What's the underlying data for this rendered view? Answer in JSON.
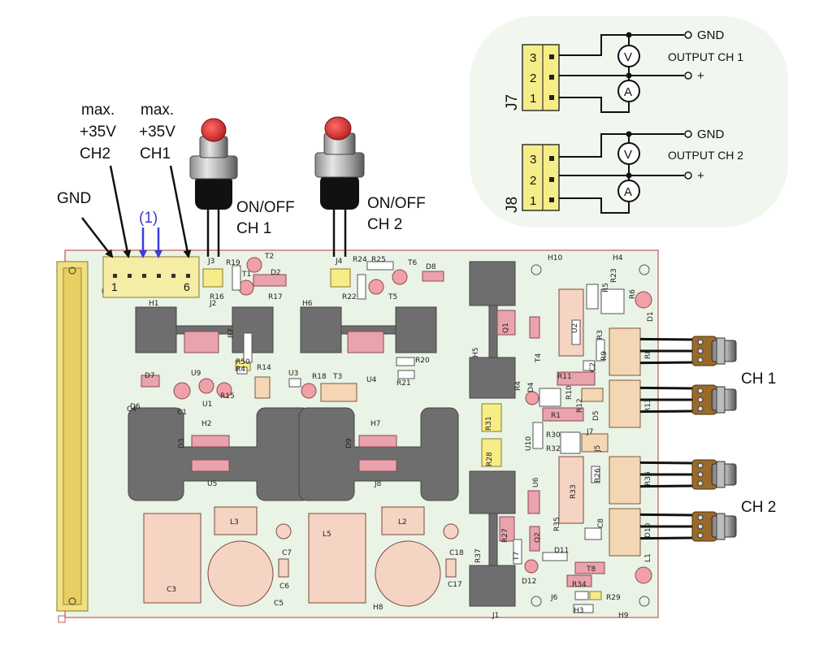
{
  "supply": {
    "gnd": "GND",
    "ch2_max": [
      "max.",
      "+35V",
      "CH2"
    ],
    "ch1_max": [
      "max.",
      "+35V",
      "CH1"
    ],
    "note": "(1)",
    "pin_first": "1",
    "pin_last": "6"
  },
  "switches": {
    "ch1": [
      "ON/OFF",
      "CH 1"
    ],
    "ch2": [
      "ON/OFF",
      "CH 2"
    ]
  },
  "outputs": [
    {
      "connector": "J7",
      "pins": [
        "3",
        "2",
        "1"
      ],
      "gnd": "GND",
      "plus": "+",
      "label": "OUTPUT CH 1",
      "voltmeter": "V",
      "ammeter": "A"
    },
    {
      "connector": "J8",
      "pins": [
        "3",
        "2",
        "1"
      ],
      "gnd": "GND",
      "plus": "+",
      "label": "OUTPUT CH 2",
      "voltmeter": "V",
      "ammeter": "A"
    }
  ],
  "channels": {
    "ch1": "CH 1",
    "ch2": "CH 2"
  },
  "components": [
    "J3",
    "R19",
    "T2",
    "T1",
    "D2",
    "R16",
    "R17",
    "J2",
    "H1",
    "J4",
    "R24",
    "R25",
    "T6",
    "D8",
    "R22",
    "T5",
    "H6",
    "H10",
    "H4",
    "R23",
    "R5",
    "R6",
    "D1",
    "U2",
    "R3",
    "R9",
    "Q1",
    "T4",
    "R8",
    "C2",
    "H5",
    "R7",
    "R50",
    "R4",
    "R14",
    "R20",
    "R21",
    "U4",
    "D7",
    "U9",
    "D6",
    "C4",
    "C1",
    "U1",
    "R15",
    "U3",
    "R18",
    "T3",
    "R4",
    "D4",
    "R11",
    "R10",
    "R13",
    "R12",
    "D5",
    "R1",
    "J7",
    "R31",
    "R30",
    "R32",
    "J5",
    "U10",
    "H2",
    "D3",
    "U5",
    "H7",
    "D9",
    "J8",
    "R28",
    "U6",
    "R33",
    "R26",
    "R36",
    "C8",
    "R35",
    "T7",
    "Q2",
    "R27",
    "D10",
    "L1",
    "L3",
    "L2",
    "L5",
    "C3",
    "C7",
    "C18",
    "C6",
    "C17",
    "C5",
    "H8",
    "R37",
    "D11",
    "T8",
    "D12",
    "R34",
    "J6",
    "R29",
    "H3",
    "H9",
    "J1"
  ],
  "colors": {
    "board": "#e9f3e6",
    "board_outline": "#c25a58",
    "pad_pink": "#e8a3ad",
    "heatsink": "#6e6e6e",
    "header": "#f6eda4",
    "edge_connector": "#f1df82",
    "label_box": "#f5d6b4",
    "arrow_black": "#111111",
    "arrow_blue": "#3c3cd6",
    "switch_cap": "#c8262a"
  }
}
